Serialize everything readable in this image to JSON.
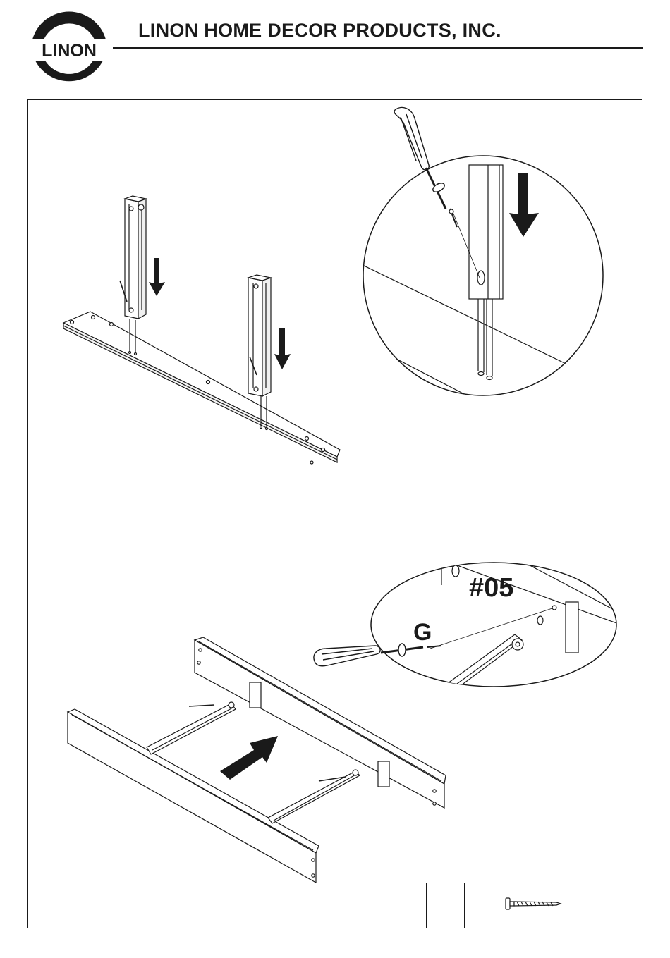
{
  "header": {
    "logo_text": "LINON",
    "company_name": "LINON HOME DECOR PRODUCTS, INC."
  },
  "step1_detail": {},
  "step2_detail": {
    "part_number": "#05",
    "hardware_letter": "G"
  },
  "parts_table": {
    "letter": "",
    "quantity": "",
    "icon": "screw-icon"
  },
  "colors": {
    "ink": "#1a1a1a",
    "paper": "#ffffff"
  }
}
